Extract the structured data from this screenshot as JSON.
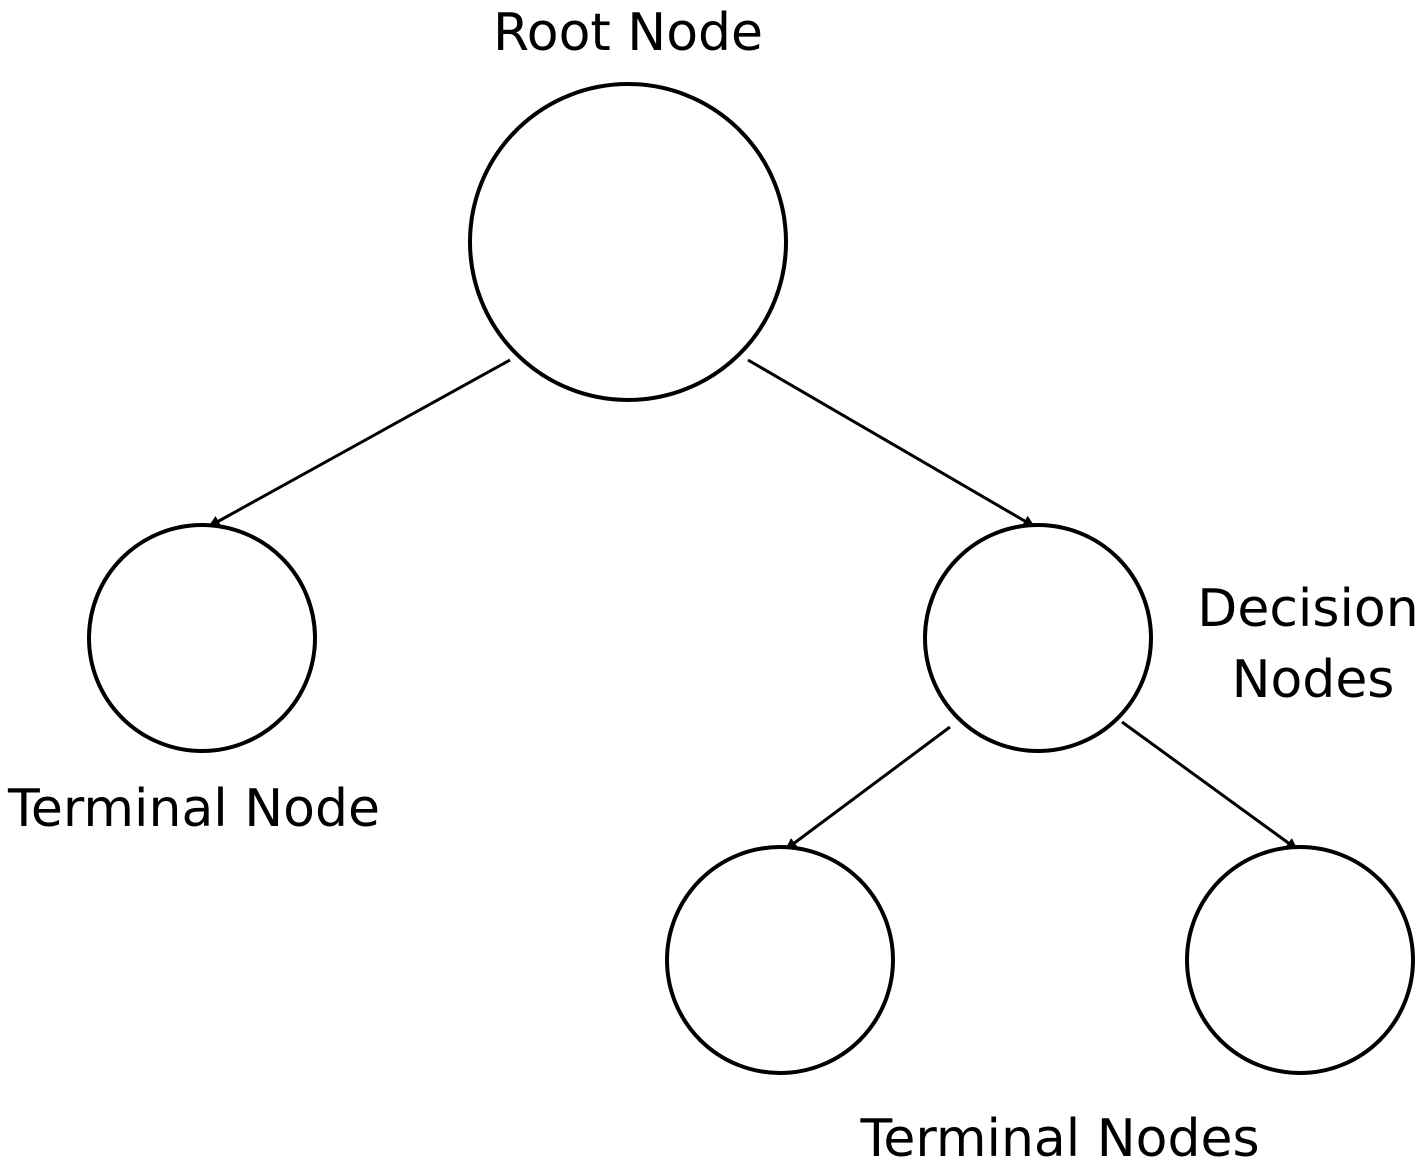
{
  "diagram": {
    "labels": {
      "root": "Root Node",
      "decision_line1": "Decision",
      "decision_line2": "Nodes",
      "terminal_single": "Terminal Node",
      "terminal_plural": "Terminal Nodes"
    },
    "colors": {
      "stroke": "#000000",
      "background": "#ffffff"
    }
  }
}
